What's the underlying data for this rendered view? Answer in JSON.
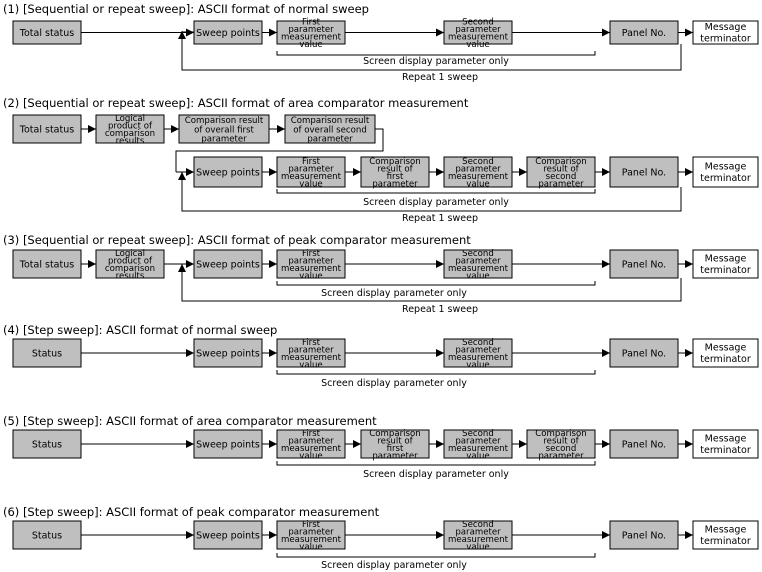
{
  "sections": [
    {
      "title": "(1) [Sequential or repeat sweep]: ASCII format of normal sweep",
      "boxes": [
        {
          "lines": [
            "Total status"
          ],
          "fill": "gray"
        },
        {
          "lines": [
            "Sweep points"
          ],
          "fill": "gray"
        },
        {
          "lines": [
            "First",
            "parameter",
            "measurement",
            "value"
          ],
          "fill": "gray"
        },
        {
          "lines": [
            "Second",
            "parameter",
            "measurement",
            "value"
          ],
          "fill": "gray"
        },
        {
          "lines": [
            "Panel No."
          ],
          "fill": "gray"
        },
        {
          "lines": [
            "Message",
            "terminator"
          ],
          "fill": "white"
        }
      ],
      "bracket_label": "Screen display parameter only",
      "repeat_label": "Repeat 1 sweep"
    },
    {
      "title": "(2) [Sequential or repeat sweep]: ASCII format of area comparator measurement",
      "boxes": [
        {
          "lines": [
            "Total status"
          ],
          "fill": "gray"
        },
        {
          "lines": [
            "Logical",
            "product of",
            "comparison",
            "results"
          ],
          "fill": "gray"
        },
        {
          "lines": [
            "Comparison result",
            "of overall first",
            "parameter"
          ],
          "fill": "gray"
        },
        {
          "lines": [
            "Comparison result",
            "of overall second",
            "parameter"
          ],
          "fill": "gray"
        },
        {
          "lines": [
            "Sweep points"
          ],
          "fill": "gray"
        },
        {
          "lines": [
            "First",
            "parameter",
            "measurement",
            "value"
          ],
          "fill": "gray"
        },
        {
          "lines": [
            "Comparison",
            "result of",
            "first",
            "parameter"
          ],
          "fill": "gray"
        },
        {
          "lines": [
            "Second",
            "parameter",
            "measurement",
            "value"
          ],
          "fill": "gray"
        },
        {
          "lines": [
            "Comparison",
            "result of",
            "second",
            "parameter"
          ],
          "fill": "gray"
        },
        {
          "lines": [
            "Panel No."
          ],
          "fill": "gray"
        },
        {
          "lines": [
            "Message",
            "terminator"
          ],
          "fill": "white"
        }
      ],
      "bracket_label": "Screen display parameter only",
      "repeat_label": "Repeat 1 sweep"
    },
    {
      "title": "(3) [Sequential or repeat sweep]: ASCII format of peak comparator measurement",
      "boxes": [
        {
          "lines": [
            "Total status"
          ],
          "fill": "gray"
        },
        {
          "lines": [
            "Logical",
            "product of",
            "comparison",
            "results"
          ],
          "fill": "gray"
        },
        {
          "lines": [
            "Sweep points"
          ],
          "fill": "gray"
        },
        {
          "lines": [
            "First",
            "parameter",
            "measurement",
            "value"
          ],
          "fill": "gray"
        },
        {
          "lines": [
            "Second",
            "parameter",
            "measurement",
            "value"
          ],
          "fill": "gray"
        },
        {
          "lines": [
            "Panel No."
          ],
          "fill": "gray"
        },
        {
          "lines": [
            "Message",
            "terminator"
          ],
          "fill": "white"
        }
      ],
      "bracket_label": "Screen display parameter only",
      "repeat_label": "Repeat 1 sweep"
    },
    {
      "title": "(4) [Step sweep]: ASCII format of normal sweep",
      "boxes": [
        {
          "lines": [
            "Status"
          ],
          "fill": "gray"
        },
        {
          "lines": [
            "Sweep points"
          ],
          "fill": "gray"
        },
        {
          "lines": [
            "First",
            "parameter",
            "measurement",
            "value"
          ],
          "fill": "gray"
        },
        {
          "lines": [
            "Second",
            "parameter",
            "measurement",
            "value"
          ],
          "fill": "gray"
        },
        {
          "lines": [
            "Panel No."
          ],
          "fill": "gray"
        },
        {
          "lines": [
            "Message",
            "terminator"
          ],
          "fill": "white"
        }
      ],
      "bracket_label": "Screen display parameter only"
    },
    {
      "title": "(5) [Step sweep]: ASCII format of area comparator measurement",
      "boxes": [
        {
          "lines": [
            "Status"
          ],
          "fill": "gray"
        },
        {
          "lines": [
            "Sweep points"
          ],
          "fill": "gray"
        },
        {
          "lines": [
            "First",
            "parameter",
            "measurement",
            "value"
          ],
          "fill": "gray"
        },
        {
          "lines": [
            "Comparison",
            "result of",
            "first",
            "parameter"
          ],
          "fill": "gray"
        },
        {
          "lines": [
            "Second",
            "parameter",
            "measurement",
            "value"
          ],
          "fill": "gray"
        },
        {
          "lines": [
            "Comparison",
            "result of",
            "second",
            "parameter"
          ],
          "fill": "gray"
        },
        {
          "lines": [
            "Panel No."
          ],
          "fill": "gray"
        },
        {
          "lines": [
            "Message",
            "terminator"
          ],
          "fill": "white"
        }
      ],
      "bracket_label": "Screen display parameter only"
    },
    {
      "title": "(6) [Step sweep]: ASCII format of peak comparator measurement",
      "boxes": [
        {
          "lines": [
            "Status"
          ],
          "fill": "gray"
        },
        {
          "lines": [
            "Sweep points"
          ],
          "fill": "gray"
        },
        {
          "lines": [
            "First",
            "parameter",
            "measurement",
            "value"
          ],
          "fill": "gray"
        },
        {
          "lines": [
            "Second",
            "parameter",
            "measurement",
            "value"
          ],
          "fill": "gray"
        },
        {
          "lines": [
            "Panel No."
          ],
          "fill": "gray"
        },
        {
          "lines": [
            "Message",
            "terminator"
          ],
          "fill": "white"
        }
      ],
      "bracket_label": "Screen display parameter only"
    }
  ],
  "colors": {
    "box_fill": "#bfbfbf",
    "terminator_fill": "#ffffff",
    "line": "#000000"
  }
}
